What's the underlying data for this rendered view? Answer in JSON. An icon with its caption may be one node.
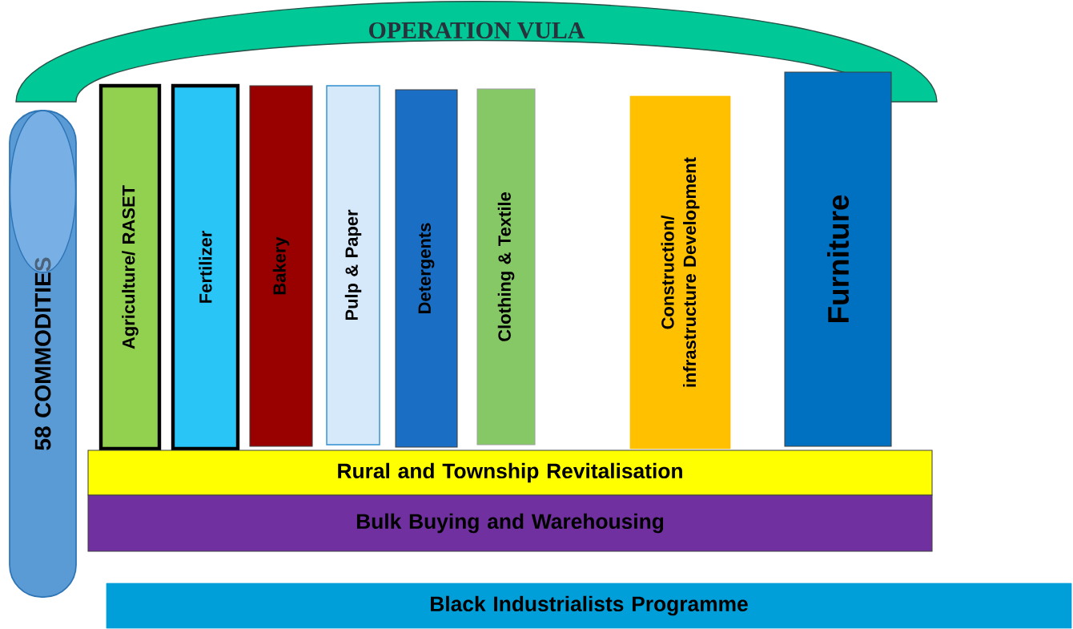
{
  "diagram": {
    "nodes": [
      {
        "text": [
          "OPERATION VULA"
        ]
      },
      {
        "text": [
          "58 COMMODITIES"
        ]
      },
      {
        "text": [
          "Agriculture/ RASET"
        ]
      },
      {
        "text": [
          "Fertilizer"
        ]
      },
      {
        "text": [
          "Bakery"
        ]
      },
      {
        "text": [
          "Pulp & Paper"
        ]
      },
      {
        "text": [
          "Detergents"
        ]
      },
      {
        "text": [
          "Clothing & Textile"
        ]
      },
      {
        "text": [
          "Construction/ infrastructure Development"
        ]
      },
      {
        "text": [
          "Furniture"
        ]
      },
      {
        "text": [
          "Rural and Township Revitalisation"
        ]
      },
      {
        "text": [
          "Bulk Buying and Warehousing"
        ]
      },
      {
        "text": [
          "Black Industrialists Programme"
        ]
      }
    ]
  }
}
